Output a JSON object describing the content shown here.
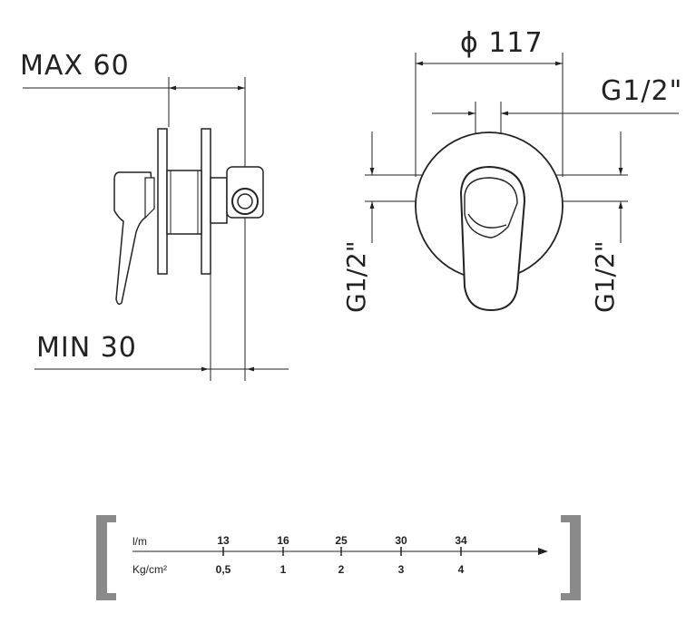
{
  "side_view": {
    "max_label": "MAX 60",
    "min_label": "MIN 30"
  },
  "front_view": {
    "diameter_label": "ϕ 117",
    "top_thread_label": "G1/2\"",
    "left_thread_label": "G1/2\"",
    "right_thread_label": "G1/2\""
  },
  "scale": {
    "top_unit": "l/m",
    "bottom_unit": "Kg/cm²",
    "ticks": [
      {
        "flow": "13",
        "pressure": "0,5"
      },
      {
        "flow": "16",
        "pressure": "1"
      },
      {
        "flow": "25",
        "pressure": "2"
      },
      {
        "flow": "30",
        "pressure": "3"
      },
      {
        "flow": "34",
        "pressure": "4"
      }
    ],
    "bracket_color": "#8a8a8a"
  }
}
